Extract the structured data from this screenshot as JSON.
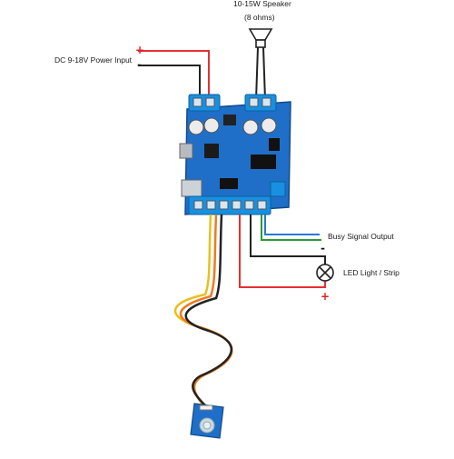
{
  "labels": {
    "speaker_title": "10-15W Speaker",
    "speaker_impedance": "(8 ohms)",
    "power_input": "DC 9-18V Power Input",
    "busy_output": "Busy Signal Output",
    "led": "LED Light / Strip"
  },
  "signs": {
    "plus": "+",
    "minus": "-"
  },
  "colors": {
    "wire_red": "#e53030",
    "wire_black": "#222222",
    "wire_green": "#2a9a3a",
    "wire_blue": "#2a78d8",
    "wire_yellow": "#e8c020",
    "wire_orange": "#f07a20",
    "pcb_blue": "#1f6fc8",
    "terminal_blue": "#1890e0"
  },
  "icons": {
    "speaker": "speaker-icon",
    "lamp": "lamp-icon",
    "sensor": "touch-sensor-icon"
  }
}
